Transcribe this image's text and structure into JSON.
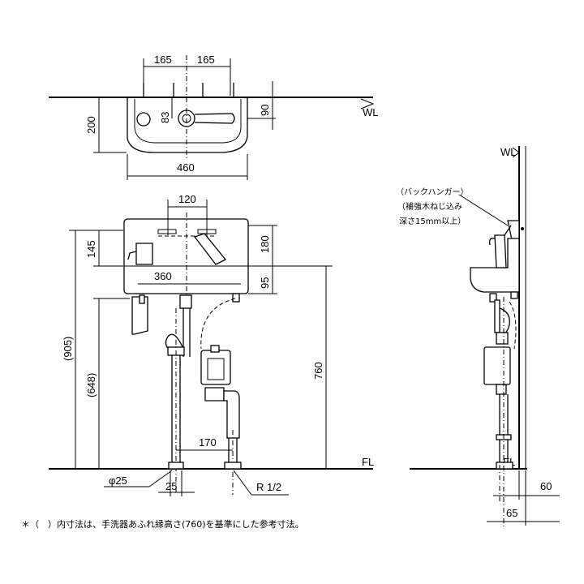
{
  "labels": {
    "wl_top": "WL",
    "wl_side": "WL",
    "fl_front": "FL",
    "fl_side": "FL"
  },
  "dimensions": {
    "plan_left_165": "165",
    "plan_right_165": "165",
    "plan_width_460": "460",
    "plan_depth_200": "200",
    "plan_offset_90": "90",
    "plan_faucet_83": "83",
    "front_120": "120",
    "front_145": "145",
    "front_180": "180",
    "front_360": "360",
    "front_95": "95",
    "front_905": "(905)",
    "front_648": "(648)",
    "front_760": "760",
    "front_170": "170",
    "front_25": "25",
    "pipe_dia": "φ25",
    "thread": "R 1/2",
    "side_60": "60",
    "side_65": "65"
  },
  "callout": {
    "line1": "（バックハンガー）",
    "line2": "（補強木ねじ込み",
    "line3": "深さ15mm以上）"
  },
  "footnote": "＊（　）内寸法は、手洗器あふれ縁高さ(760)を基準にした参考寸法。"
}
